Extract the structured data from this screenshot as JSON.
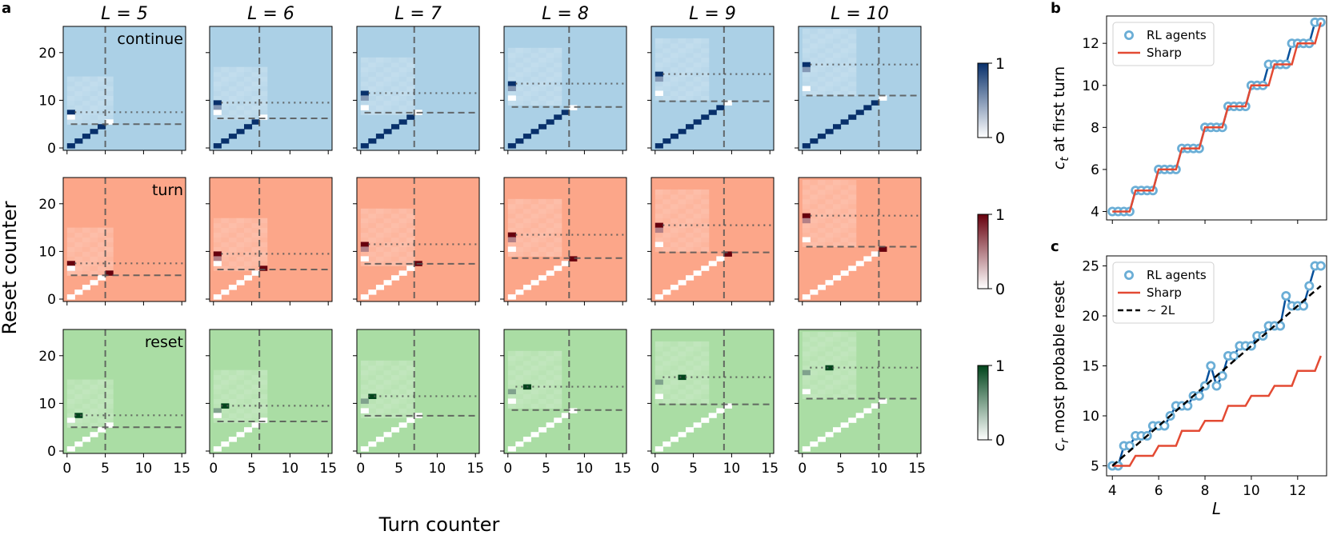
{
  "figure": {
    "panel_letters": {
      "a": "a",
      "b": "b",
      "c": "c"
    }
  },
  "chart_data": [
    {
      "type": "heatmap",
      "panel": "a",
      "column_titles": [
        "L = 5",
        "L = 6",
        "L = 7",
        "L = 8",
        "L = 9",
        "L = 10"
      ],
      "L_values": [
        5,
        6,
        7,
        8,
        9,
        10
      ],
      "row_labels": [
        "continue",
        "turn",
        "reset"
      ],
      "colormaps": {
        "continue": {
          "low": "#ffffff",
          "high": "#08306b",
          "background": "#abd0e6"
        },
        "turn": {
          "low": "#ffffff",
          "high": "#67000d",
          "background": "#fca689"
        },
        "reset": {
          "low": "#ffffff",
          "high": "#00441b",
          "background": "#aadda4"
        }
      },
      "colorbar_ticks": [
        "1",
        "0"
      ],
      "xlabel": "Turn counter",
      "ylabel": "Reset counter",
      "xticks": [
        "0",
        "5",
        "10",
        "15"
      ],
      "yticks": [
        "0",
        "10",
        "20"
      ],
      "xlim": [
        -0.5,
        15.5
      ],
      "ylim": [
        -0.5,
        25.5
      ],
      "guide_lines": {
        "vertical_dashed_at_x": "L",
        "horizontal_dashed_at_y": "cr_first_turn",
        "horizontal_dotted_at_y": "ct_most_probable_reset"
      },
      "guide_values": {
        "cr_first_turn": [
          5,
          6.2,
          7.4,
          8.6,
          9.8,
          11
        ],
        "ct_most_probable_reset": [
          7,
          9,
          11,
          13,
          15,
          17
        ]
      }
    },
    {
      "type": "line",
      "panel": "b",
      "xlabel": "",
      "ylabel": "c_t at first turn",
      "ylim": [
        3.6,
        13.3
      ],
      "xlim": [
        3.75,
        13.25
      ],
      "xticks": [
        "4",
        "6",
        "8",
        "10",
        "12"
      ],
      "yticks": [
        "4",
        "6",
        "8",
        "10",
        "12"
      ],
      "legend_position": "top-left",
      "series": [
        {
          "name": "RL agents",
          "color": "#08519c",
          "marker_color": "#6baed6",
          "x": [
            4,
            4.25,
            4.5,
            4.75,
            5,
            5.25,
            5.5,
            5.75,
            6,
            6.25,
            6.5,
            6.75,
            7,
            7.25,
            7.5,
            7.75,
            8,
            8.25,
            8.5,
            8.75,
            9,
            9.25,
            9.5,
            9.75,
            10,
            10.25,
            10.5,
            10.75,
            11,
            11.25,
            11.5,
            11.75,
            12,
            12.25,
            12.5,
            12.75,
            13
          ],
          "y": [
            4,
            4,
            4,
            4,
            5,
            5,
            5,
            5,
            6,
            6,
            6,
            6,
            7,
            7,
            7,
            7,
            8,
            8,
            8,
            8,
            9,
            9,
            9,
            9,
            10,
            10,
            10,
            11,
            11,
            11,
            11,
            12,
            12,
            12,
            12,
            13,
            13
          ]
        },
        {
          "name": "Sharp",
          "color": "#e34a33",
          "x": [
            4,
            4.25,
            4.5,
            4.75,
            5,
            5.25,
            5.5,
            5.75,
            6,
            6.25,
            6.5,
            6.75,
            7,
            7.25,
            7.5,
            7.75,
            8,
            8.25,
            8.5,
            8.75,
            9,
            9.25,
            9.5,
            9.75,
            10,
            10.25,
            10.5,
            10.75,
            11,
            11.25,
            11.5,
            11.75,
            12,
            12.25,
            12.5,
            12.75,
            13
          ],
          "y": [
            4,
            4,
            4,
            4,
            5,
            5,
            5,
            5,
            6,
            6,
            6,
            6,
            7,
            7,
            7,
            7,
            8,
            8,
            8,
            8,
            9,
            9,
            9,
            9,
            10,
            10,
            10,
            10,
            11,
            11,
            11,
            11,
            12,
            12,
            12,
            12,
            13
          ]
        }
      ]
    },
    {
      "type": "line",
      "panel": "c",
      "xlabel": "L",
      "ylabel": "c_r most probable reset",
      "ylim": [
        4,
        26
      ],
      "xlim": [
        3.75,
        13.25
      ],
      "xticks": [
        "4",
        "6",
        "8",
        "10",
        "12"
      ],
      "yticks": [
        "5",
        "10",
        "15",
        "20",
        "25"
      ],
      "legend_position": "top-left",
      "series": [
        {
          "name": "RL agents",
          "color": "#08519c",
          "marker_color": "#6baed6",
          "x": [
            4,
            4.25,
            4.5,
            4.75,
            5,
            5.25,
            5.5,
            5.75,
            6,
            6.25,
            6.5,
            6.75,
            7,
            7.25,
            7.5,
            7.75,
            8,
            8.25,
            8.5,
            8.75,
            9,
            9.25,
            9.5,
            9.75,
            10,
            10.25,
            10.5,
            10.75,
            11,
            11.25,
            11.5,
            11.75,
            12,
            12.25,
            12.5,
            12.75,
            13
          ],
          "y": [
            5,
            5,
            7,
            7,
            8,
            8,
            8,
            9,
            9,
            9,
            10,
            11,
            11,
            11,
            12,
            12,
            13,
            15,
            13,
            14,
            16,
            16,
            17,
            17,
            17,
            18,
            18,
            19,
            19,
            19,
            22,
            21,
            21,
            21,
            23,
            25,
            25
          ]
        },
        {
          "name": "Sharp",
          "color": "#e34a33",
          "x": [
            4,
            4.25,
            4.5,
            4.75,
            5,
            5.25,
            5.5,
            5.75,
            6,
            6.25,
            6.5,
            6.75,
            7,
            7.25,
            7.5,
            7.75,
            8,
            8.25,
            8.5,
            8.75,
            9,
            9.25,
            9.5,
            9.75,
            10,
            10.25,
            10.5,
            10.75,
            11,
            11.25,
            11.5,
            11.75,
            12,
            12.25,
            12.5,
            12.75,
            13
          ],
          "y": [
            5,
            5,
            5,
            5,
            6,
            6,
            6,
            6,
            7,
            7,
            7,
            7,
            8.5,
            8.5,
            8.5,
            8.5,
            9.5,
            9.5,
            9.5,
            9.5,
            11,
            11,
            11,
            11,
            12,
            12,
            12,
            12,
            13,
            13,
            13,
            13,
            14.5,
            14.5,
            14.5,
            14.5,
            16
          ]
        },
        {
          "name": "~ 2L",
          "color": "#000000",
          "dashed": true,
          "x": [
            4,
            13
          ],
          "y": [
            5,
            23
          ]
        }
      ]
    }
  ]
}
